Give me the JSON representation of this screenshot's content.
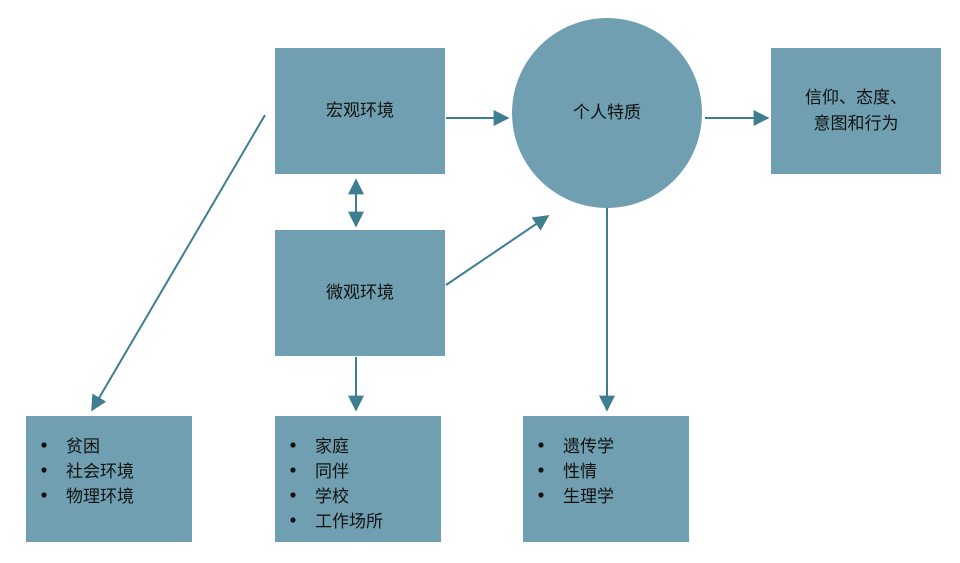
{
  "nodes": {
    "macro": {
      "label": "宏观环境"
    },
    "micro": {
      "label": "微观环境"
    },
    "traits": {
      "label": "个人特质"
    },
    "outcome": {
      "line1": "信仰、态度、",
      "line2": "意图和行为"
    }
  },
  "lists": {
    "macro_factors": [
      "贫困",
      "社会环境",
      "物理环境"
    ],
    "micro_factors": [
      "家庭",
      "同伴",
      "学校",
      "工作场所"
    ],
    "trait_factors": [
      "遗传学",
      "性情",
      "生理学"
    ]
  },
  "colors": {
    "box_fill": "#6f9fb0",
    "arrow": "#3f7d90",
    "text": "#111111"
  }
}
